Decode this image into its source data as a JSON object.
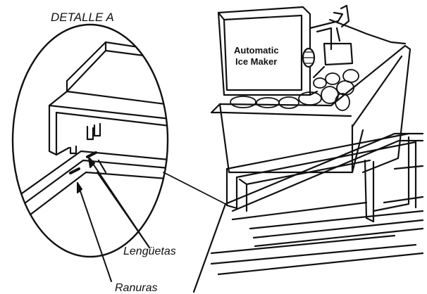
{
  "labels": {
    "detail": "DETALLE A",
    "tabs": "Lengüetas",
    "slots": "Ranuras",
    "maker_line1": "Automatic",
    "maker_line2": "Ice Maker"
  }
}
